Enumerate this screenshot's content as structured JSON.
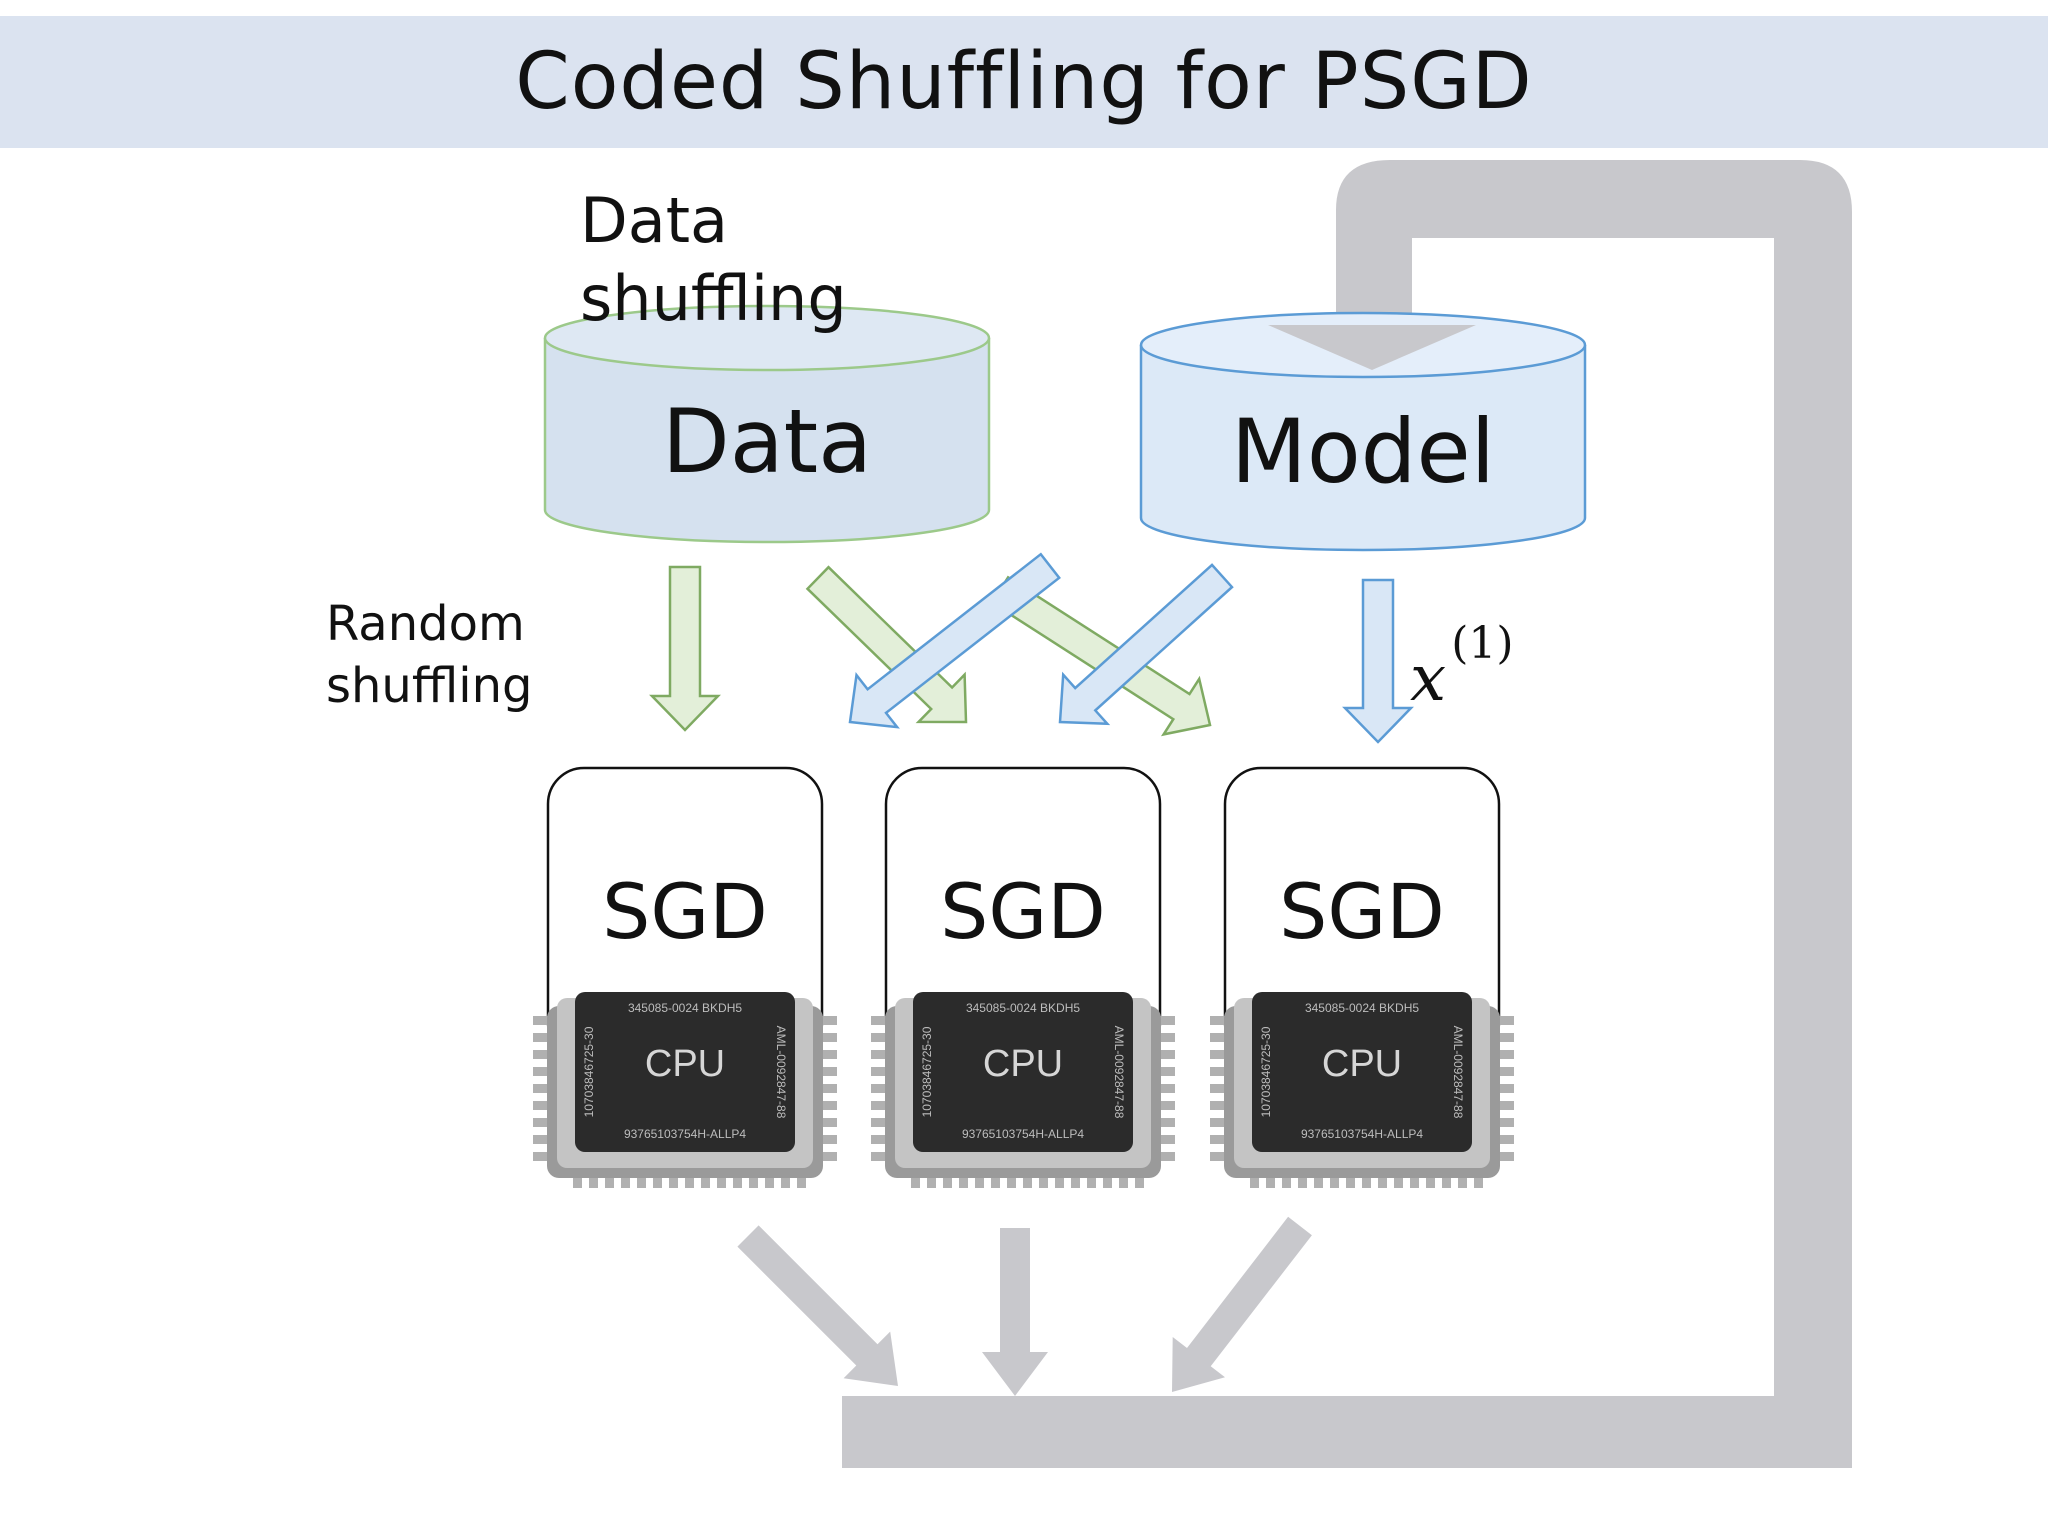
{
  "title": "Coded Shuffling for PSGD",
  "labels": {
    "data_shuffling_line1": "Data",
    "data_shuffling_line2": "shuffling",
    "random_shuffling_line1": "Random",
    "random_shuffling_line2": "shuffling",
    "model_param_base": "x",
    "model_param_sup": "(1)"
  },
  "storage": {
    "data": "Data",
    "model": "Model"
  },
  "workers": [
    {
      "label": "SGD",
      "cpu": "CPU",
      "top_code": "345085-0024 BKDH5",
      "bottom_code": "93765103754H-ALLP4",
      "left_code": "10703846725-30",
      "right_code": "AML-0092847-88"
    },
    {
      "label": "SGD",
      "cpu": "CPU",
      "top_code": "345085-0024 BKDH5",
      "bottom_code": "93765103754H-ALLP4",
      "left_code": "10703846725-30",
      "right_code": "AML-0092847-88"
    },
    {
      "label": "SGD",
      "cpu": "CPU",
      "top_code": "345085-0024 BKDH5",
      "bottom_code": "93765103754H-ALLP4",
      "left_code": "10703846725-30",
      "right_code": "AML-0092847-88"
    }
  ],
  "colors": {
    "title_bg": "#dbe3f0",
    "data_fill": "#d5e1ef",
    "data_stroke": "#9cc98a",
    "model_fill": "#dce9f7",
    "model_stroke": "#5b9bd5",
    "green_arrow_fill": "#e3efd9",
    "green_arrow_stroke": "#7faa62",
    "blue_arrow_fill": "#d9e7f6",
    "blue_arrow_stroke": "#5b9bd5",
    "gray_arrow": "#c8c8cc",
    "chip_body": "#2b2b2b",
    "chip_frame": "#a9a9a9"
  }
}
